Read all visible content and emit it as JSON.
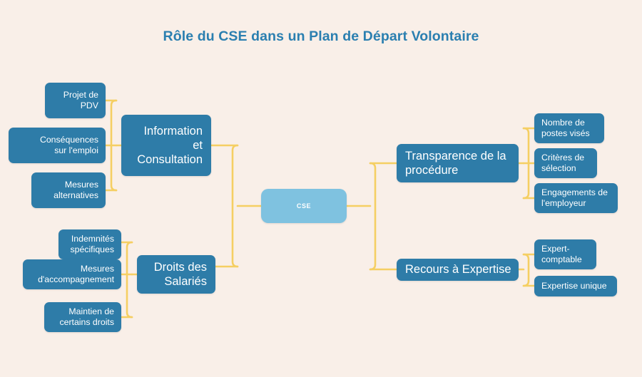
{
  "page": {
    "title": "Rôle du CSE dans un Plan de Départ Volontaire",
    "background_color": "#f9efe8",
    "title_color": "#2b7fb0",
    "node_color": "#2e7ca8",
    "center_node_color": "#7fc2e0",
    "connector_color": "#f5cf63"
  },
  "center": {
    "label": "CSE"
  },
  "branches": {
    "information_consultation": {
      "label_lines": [
        "Information",
        "et",
        "Consultation"
      ],
      "children": [
        {
          "label_lines": [
            "Projet de",
            "PDV"
          ]
        },
        {
          "label_lines": [
            "Conséquences",
            "sur l'emploi"
          ]
        },
        {
          "label_lines": [
            "Mesures",
            "alternatives"
          ]
        }
      ]
    },
    "droits_des_salaries": {
      "label_lines": [
        "Droits des",
        "Salariés"
      ],
      "children": [
        {
          "label_lines": [
            "Indemnités",
            "spécifiques"
          ]
        },
        {
          "label_lines": [
            "Mesures",
            "d'accompagnement"
          ]
        },
        {
          "label_lines": [
            "Maintien de",
            "certains droits"
          ]
        }
      ]
    },
    "transparence_procedure": {
      "label_lines": [
        "Transparence de la",
        "procédure"
      ],
      "children": [
        {
          "label_lines": [
            "Nombre de",
            "postes visés"
          ]
        },
        {
          "label_lines": [
            "Critères de",
            "sélection"
          ]
        },
        {
          "label_lines": [
            "Engagements de",
            "l'employeur"
          ]
        }
      ]
    },
    "recours_expertise": {
      "label_lines": [
        "Recours à Expertise"
      ],
      "children": [
        {
          "label_lines": [
            "Expert-",
            "comptable"
          ]
        },
        {
          "label_lines": [
            "Expertise unique"
          ]
        }
      ]
    }
  }
}
